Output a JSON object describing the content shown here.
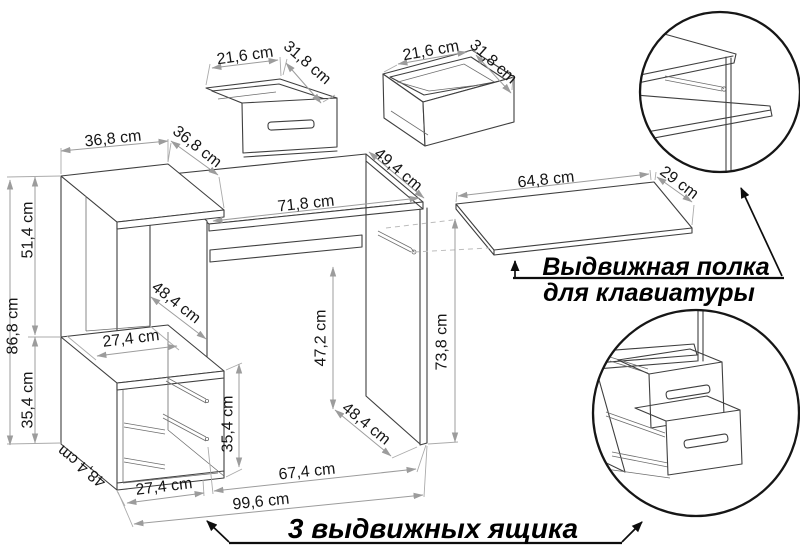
{
  "figure": {
    "type": "furniture-technical-drawing",
    "subject": "computer desk with hutch shelf, keyboard tray and drawer cabinet"
  },
  "captions": {
    "keyboard_shelf_line1": "Выдвижная полка",
    "keyboard_shelf_line2": "для клавиатуры",
    "drawers_note": "3 выдвижных ящика"
  },
  "dimensions": {
    "drawer1_width": "21,6 cm",
    "drawer1_depth": "31,8 cm",
    "drawer2_width": "21,6 cm",
    "drawer2_depth": "31,8 cm",
    "hutch_shelf_width": "36,8 cm",
    "hutch_shelf_depth": "36,8 cm",
    "upper_section_height": "51,4 cm",
    "total_height": "86,8 cm",
    "lower_section_height": "35,4 cm",
    "niche_depth": "48,4 cm",
    "niche_width": "27,4 cm",
    "cabinet_inner_height": "35,4 cm",
    "desktop_width": "71,8 cm",
    "desktop_depth": "49,4 cm",
    "underdesk_height": "47,2 cm",
    "desk_height": "73,8 cm",
    "underdesk_depth": "48,4 cm",
    "cabinet_width": "27,4 cm",
    "opening_width": "67,4 cm",
    "total_width": "99,6 cm",
    "keyboard_shelf_width": "64,8 cm",
    "keyboard_shelf_depth": "29 cm",
    "side_panel_depth": "48,4 cm"
  },
  "colors": {
    "furniture_line": "#3f3f3f",
    "dimension_line": "#9c9c9c",
    "text": "#151515",
    "callout": "#0d0d0d",
    "background": "#ffffff"
  }
}
